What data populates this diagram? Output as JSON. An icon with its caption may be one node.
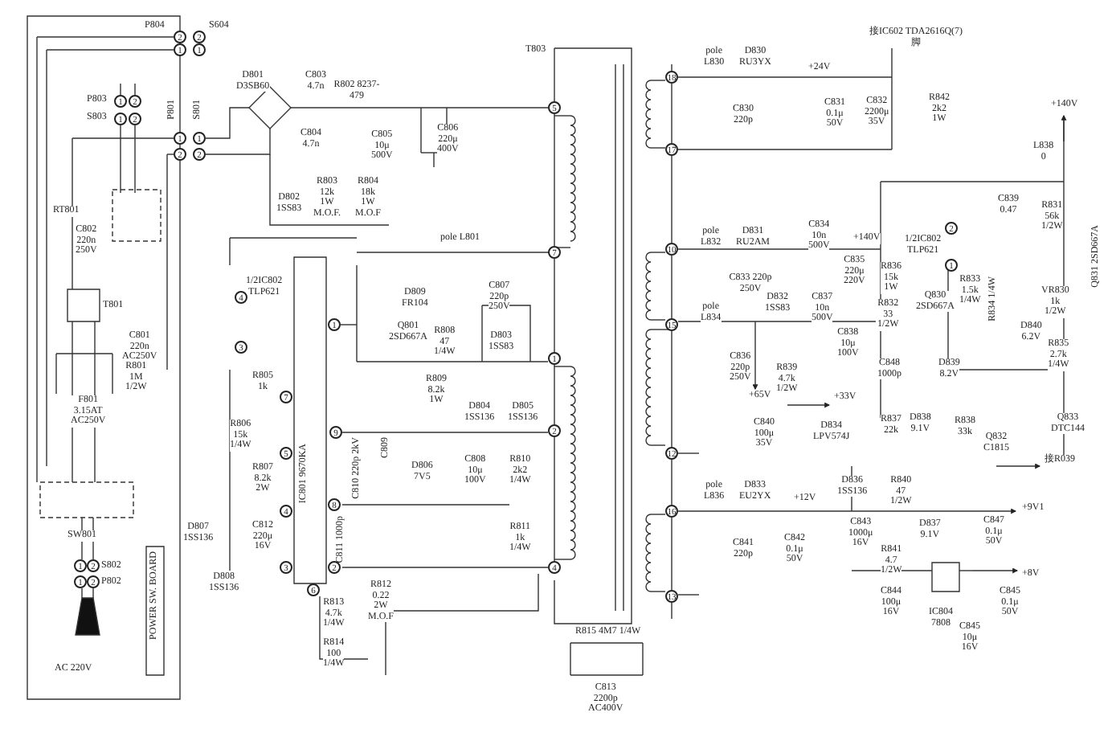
{
  "diagram": {
    "labels": [
      "P804",
      "S604",
      "2",
      "2",
      "1",
      "1",
      "P803",
      "1",
      "2",
      "S803",
      "1",
      "2",
      "P801",
      "S801",
      "1",
      "1",
      "2",
      "2",
      "RT801",
      "C802 220n 250V",
      "T801",
      "C801 220n AC250V",
      "R801 1M 1/2W",
      "F801 3.15AT AC250V",
      "SW801",
      "1",
      "2",
      "S802",
      "1",
      "2",
      "P802",
      "AC 220V",
      "POWER SW. BOARD",
      "D801 D3SB60",
      "C803 4.7n",
      "R802 8237-479",
      "C804 4.7n",
      "C805 10μ 500V",
      "C806 220μ 400V",
      "D802 1SS83",
      "R803 12k 1W M.O.F.",
      "R804 18k 1W M.O.F",
      "T803",
      "pole L801",
      "5",
      "7",
      "1/2IC802 TLP621",
      "4",
      "3",
      "1",
      "D809 FR104",
      "C807 220p 250V",
      "Q801 2SD667A",
      "R808 47 1/4W",
      "D803 1SS83",
      "1",
      "R809 8.2k 1W",
      "R805 1k",
      "7",
      "R806 15k 1/4W",
      "9",
      "5",
      "R807 8.2k 2W",
      "IC801 9670KA",
      "C810 220p 2kV",
      "C809",
      "D806 7V5",
      "D804 1SS136",
      "D805 1SS136",
      "2",
      "C808 10μ 100V",
      "R810 2k2 1/4W",
      "8",
      "4",
      "D807 1SS136",
      "C812 220μ 16V",
      "C811 1000p",
      "R811 1k 1/4W",
      "D808 1SS136",
      "3",
      "2",
      "4",
      "6",
      "R813 4.7k 1/4W",
      "R812 0.22 2W M.O.F",
      "R814 100 1/4W",
      "R815 4M7 1/4W",
      "C813 2200p AC400V",
      "接IC602 TDA2616Q(7)脚",
      "18",
      "pole L830",
      "D830 RU3YX",
      "C830 220p",
      "+24V",
      "C831 0.1μ 50V",
      "C832 2200μ 35V",
      "R842 2k2 1W",
      "+140V",
      "17",
      "L838 0",
      "pole L832",
      "D831 RU2AM",
      "10",
      "C834 10n 500V",
      "+140V",
      "C835 220μ 220V",
      "1/2IC802 TLP621",
      "2",
      "1",
      "C839 0.47",
      "R831 56k 1/2W",
      "Q831 2SD667A",
      "C833 220p 250V",
      "D832 1SS83",
      "pole L834",
      "15",
      "C837 10n 500V",
      "R836 15k 1W",
      "R833 1.5k 1/4W",
      "R834 1/4W",
      "VR830 1k 1/2W",
      "R832 33 1/2W",
      "Q830 2SD667A",
      "D840 6.2V",
      "R835 2.7k 1/4W",
      "C836 220p 250V",
      "C838 10μ 100V",
      "R839 4.7k 1/2W",
      "C848 1000p",
      "D839 8.2V",
      "+65V",
      "+33V",
      "R837 22k",
      "D838 9.1V",
      "R838 33k",
      "Q832 C1815",
      "Q833 DTC144",
      "C840 100μ 35V",
      "D834 LPV574J",
      "12",
      "接R039",
      "D836 1SS136",
      "R840 47 1/2W",
      "pole L836",
      "D833 EU2YX",
      "16",
      "+12V",
      "+9V1",
      "D837 9.1V",
      "C847 0.1μ 50V",
      "C841 220p",
      "C842 0.1μ 50V",
      "C843 1000μ 16V",
      "R841 4.7 1/2W",
      "+8V",
      "C844 100μ 16V",
      "C845 0.1μ 50V",
      "13",
      "IC804 7808",
      "C845 10μ 16V"
    ]
  }
}
